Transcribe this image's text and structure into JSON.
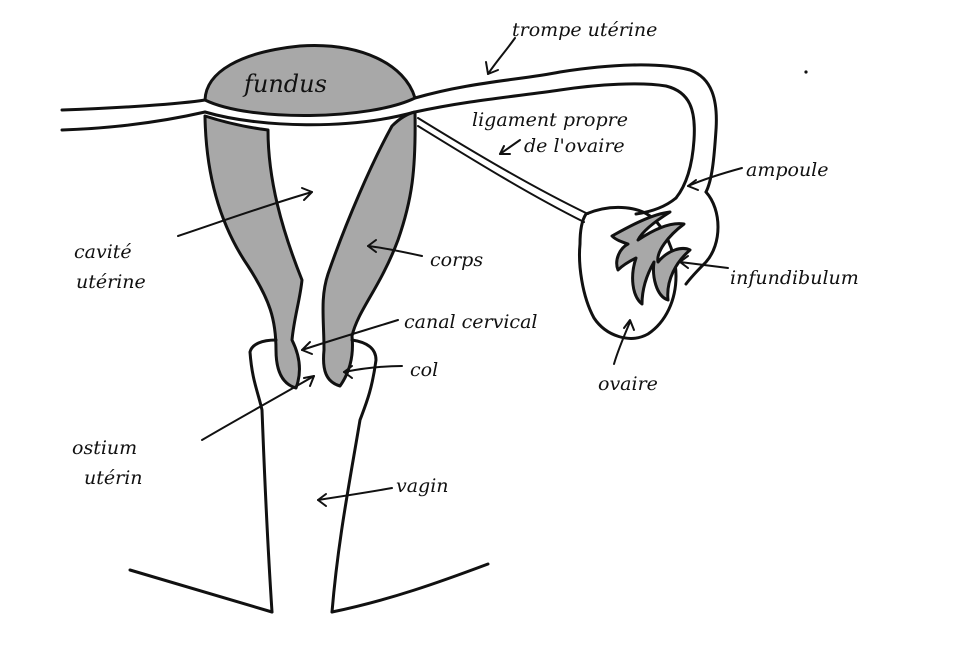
{
  "colors": {
    "tissue": "#a8a8a8",
    "ink": "#111111",
    "background": "#ffffff"
  },
  "labels": {
    "fundus": "fundus",
    "trompe": "trompe utérine",
    "ligament_line1": "ligament propre",
    "ligament_line2": "de l'ovaire",
    "ampoule": "ampoule",
    "infundibulum": "infundibulum",
    "ovaire": "ovaire",
    "corps": "corps",
    "canal_cervical": "canal cervical",
    "col": "col",
    "vagin": "vagin",
    "cavite_line1": "cavité",
    "cavite_line2": "utérine",
    "ostium_line1": "ostium",
    "ostium_line2": "utérin"
  }
}
